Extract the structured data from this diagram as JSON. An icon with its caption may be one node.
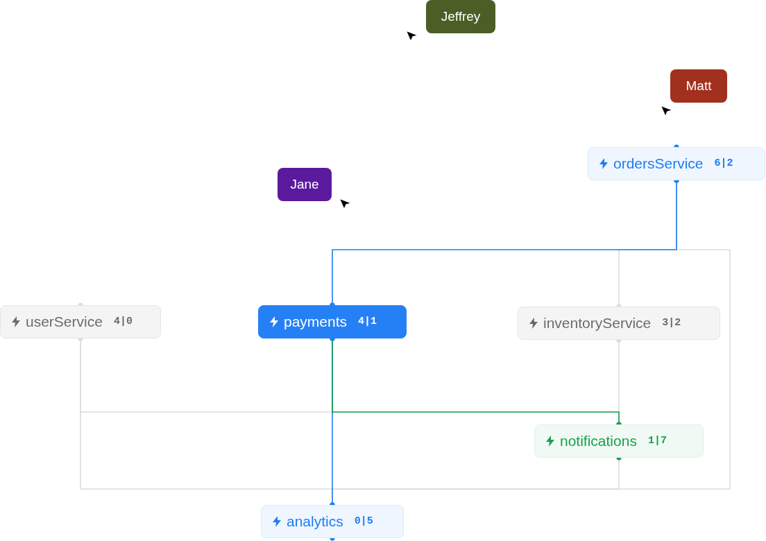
{
  "diagram": {
    "nodes": [
      {
        "text": [
          "ordersService",
          "6|2"
        ]
      },
      {
        "text": [
          "userService",
          "4|0"
        ]
      },
      {
        "text": [
          "payments",
          "4|1"
        ]
      },
      {
        "text": [
          "inventoryService",
          "3|2"
        ]
      },
      {
        "text": [
          "notifications",
          "1|7"
        ]
      },
      {
        "text": [
          "analytics",
          "0|5"
        ]
      }
    ],
    "edges": [
      {
        "from": 0,
        "to": 2,
        "arrow": "other",
        "color": "#1f7cf0"
      },
      {
        "from": 0,
        "to": 3,
        "arrow": "other"
      },
      {
        "from": 0,
        "to": 5,
        "arrow": "other"
      },
      {
        "from": 1,
        "to": 4,
        "arrow": "other"
      },
      {
        "from": 1,
        "to": 5,
        "arrow": "other"
      },
      {
        "from": 3,
        "to": 4,
        "arrow": "other"
      },
      {
        "from": 4,
        "to": 5,
        "arrow": "other"
      },
      {
        "from": 2,
        "to": 5,
        "arrow": "other",
        "color": "#1f7cf0"
      },
      {
        "from": 2,
        "to": 4,
        "arrow": "other",
        "color": "#16a34a"
      }
    ],
    "labels": [
      "Jeffrey",
      "Matt",
      "Jane"
    ]
  }
}
